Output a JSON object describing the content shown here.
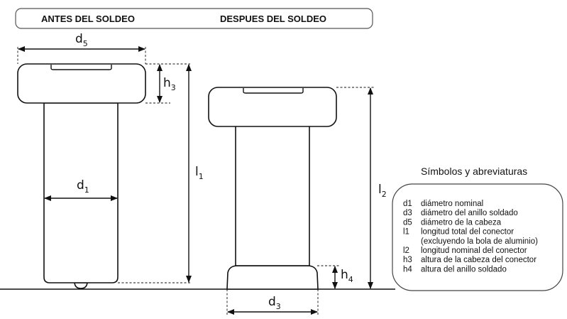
{
  "header": {
    "before_label": "ANTES DEL SOLDEO",
    "after_label": "DESPUES DEL SOLDEO"
  },
  "dimensions": {
    "d5": {
      "main": "d",
      "sub": "5"
    },
    "h3": {
      "main": "h",
      "sub": "3"
    },
    "d1": {
      "main": "d",
      "sub": "1"
    },
    "l1": {
      "main": "l",
      "sub": "1"
    },
    "l2": {
      "main": "l",
      "sub": "2"
    },
    "h4": {
      "main": "h",
      "sub": "4"
    },
    "d3": {
      "main": "d",
      "sub": "3"
    }
  },
  "legend": {
    "title": "Símbolos y abreviaturas",
    "items": [
      {
        "symbol": "d1",
        "text": "diámetro nominal"
      },
      {
        "symbol": "d3",
        "text": "diámetro del anillo soldado"
      },
      {
        "symbol": "d5",
        "text": "diámetro de la cabeza"
      },
      {
        "symbol": "l1",
        "text": "longitud total del conector"
      },
      {
        "symbol": "",
        "text": "(excluyendo la bola de aluminio)"
      },
      {
        "symbol": "l2",
        "text": "longitud nominal del conector"
      },
      {
        "symbol": "h3",
        "text": "altura de la cabeza del conector"
      },
      {
        "symbol": "h4",
        "text": "altura del anillo soldado"
      }
    ]
  }
}
